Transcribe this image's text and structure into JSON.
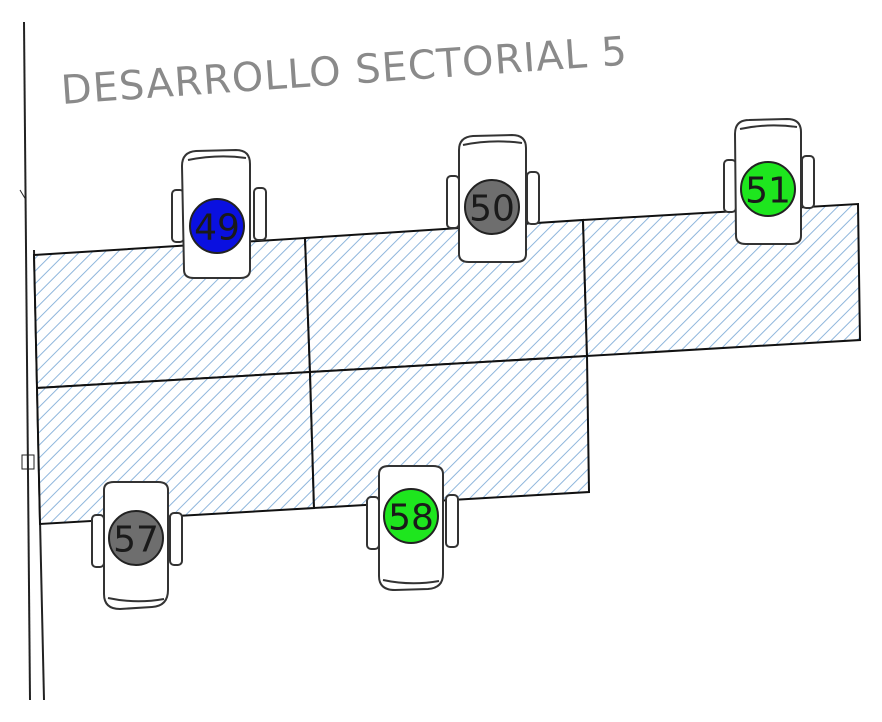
{
  "area": {
    "title": "DESARROLLO SECTORIAL 5"
  },
  "status_colors": {
    "selected": "#0a10e0",
    "available": "#1ee61e",
    "occupied": "#6e6e6e"
  },
  "seats": [
    {
      "number": "49",
      "status": "selected"
    },
    {
      "number": "50",
      "status": "occupied"
    },
    {
      "number": "51",
      "status": "available"
    },
    {
      "number": "57",
      "status": "occupied"
    },
    {
      "number": "58",
      "status": "available"
    }
  ]
}
